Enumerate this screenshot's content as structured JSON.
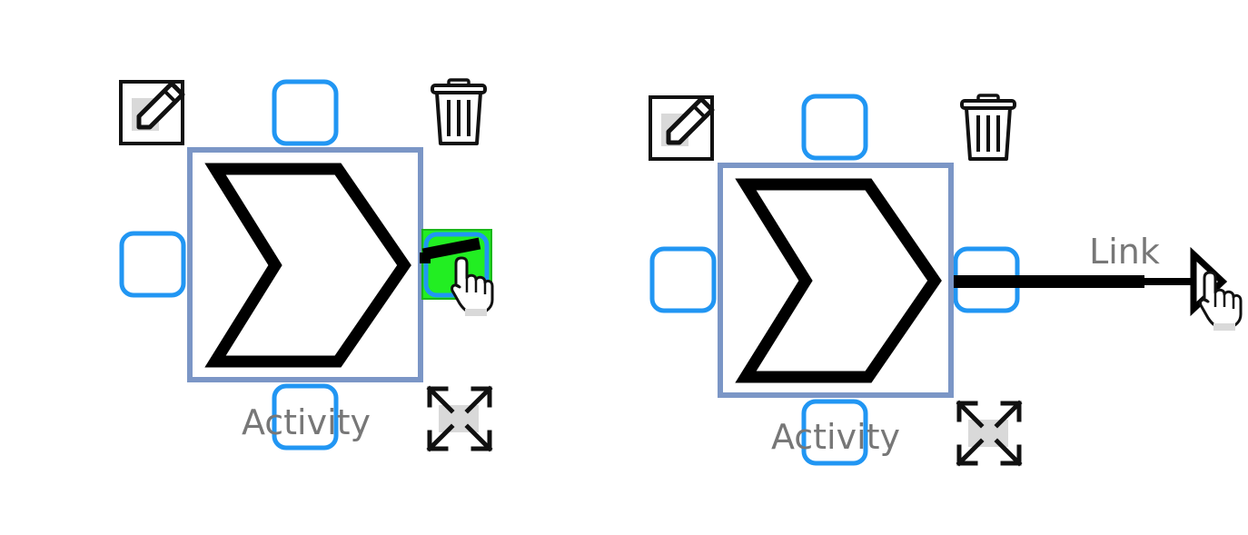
{
  "panels": [
    {
      "node_label": "Activity",
      "state": "hover-connector",
      "icons": [
        "edit-icon",
        "trash-icon",
        "resize-icon",
        "link-handle-icon",
        "hand-cursor-icon"
      ]
    },
    {
      "node_label": "Activity",
      "link_label": "Link",
      "state": "dragging-link",
      "icons": [
        "edit-icon",
        "trash-icon",
        "resize-icon",
        "hand-cursor-icon"
      ]
    }
  ],
  "colors": {
    "node_border": "#7b96c6",
    "connector": "#2196f3",
    "connector_active": "#22ee22",
    "icon": "#111111",
    "icon_fill": "#d9d9d9",
    "label": "#777777",
    "link": "#000000"
  }
}
